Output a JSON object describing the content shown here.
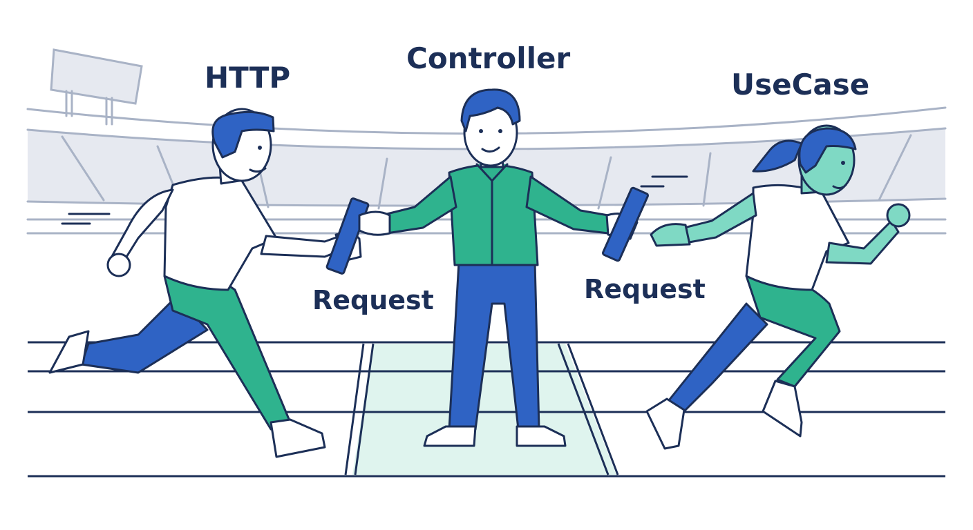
{
  "labels": {
    "http": "HTTP",
    "controller": "Controller",
    "usecase": "UseCase",
    "request_left": "Request",
    "request_right": "Request"
  },
  "colors": {
    "outline": "#1c2f57",
    "blue": "#2f63c4",
    "blue_light": "#3a7bd5",
    "teal": "#2fb38e",
    "teal_light": "#7fd9c4",
    "zone": "#dff4ee",
    "stadium": "#e6e9f0",
    "background": "#ffffff"
  }
}
